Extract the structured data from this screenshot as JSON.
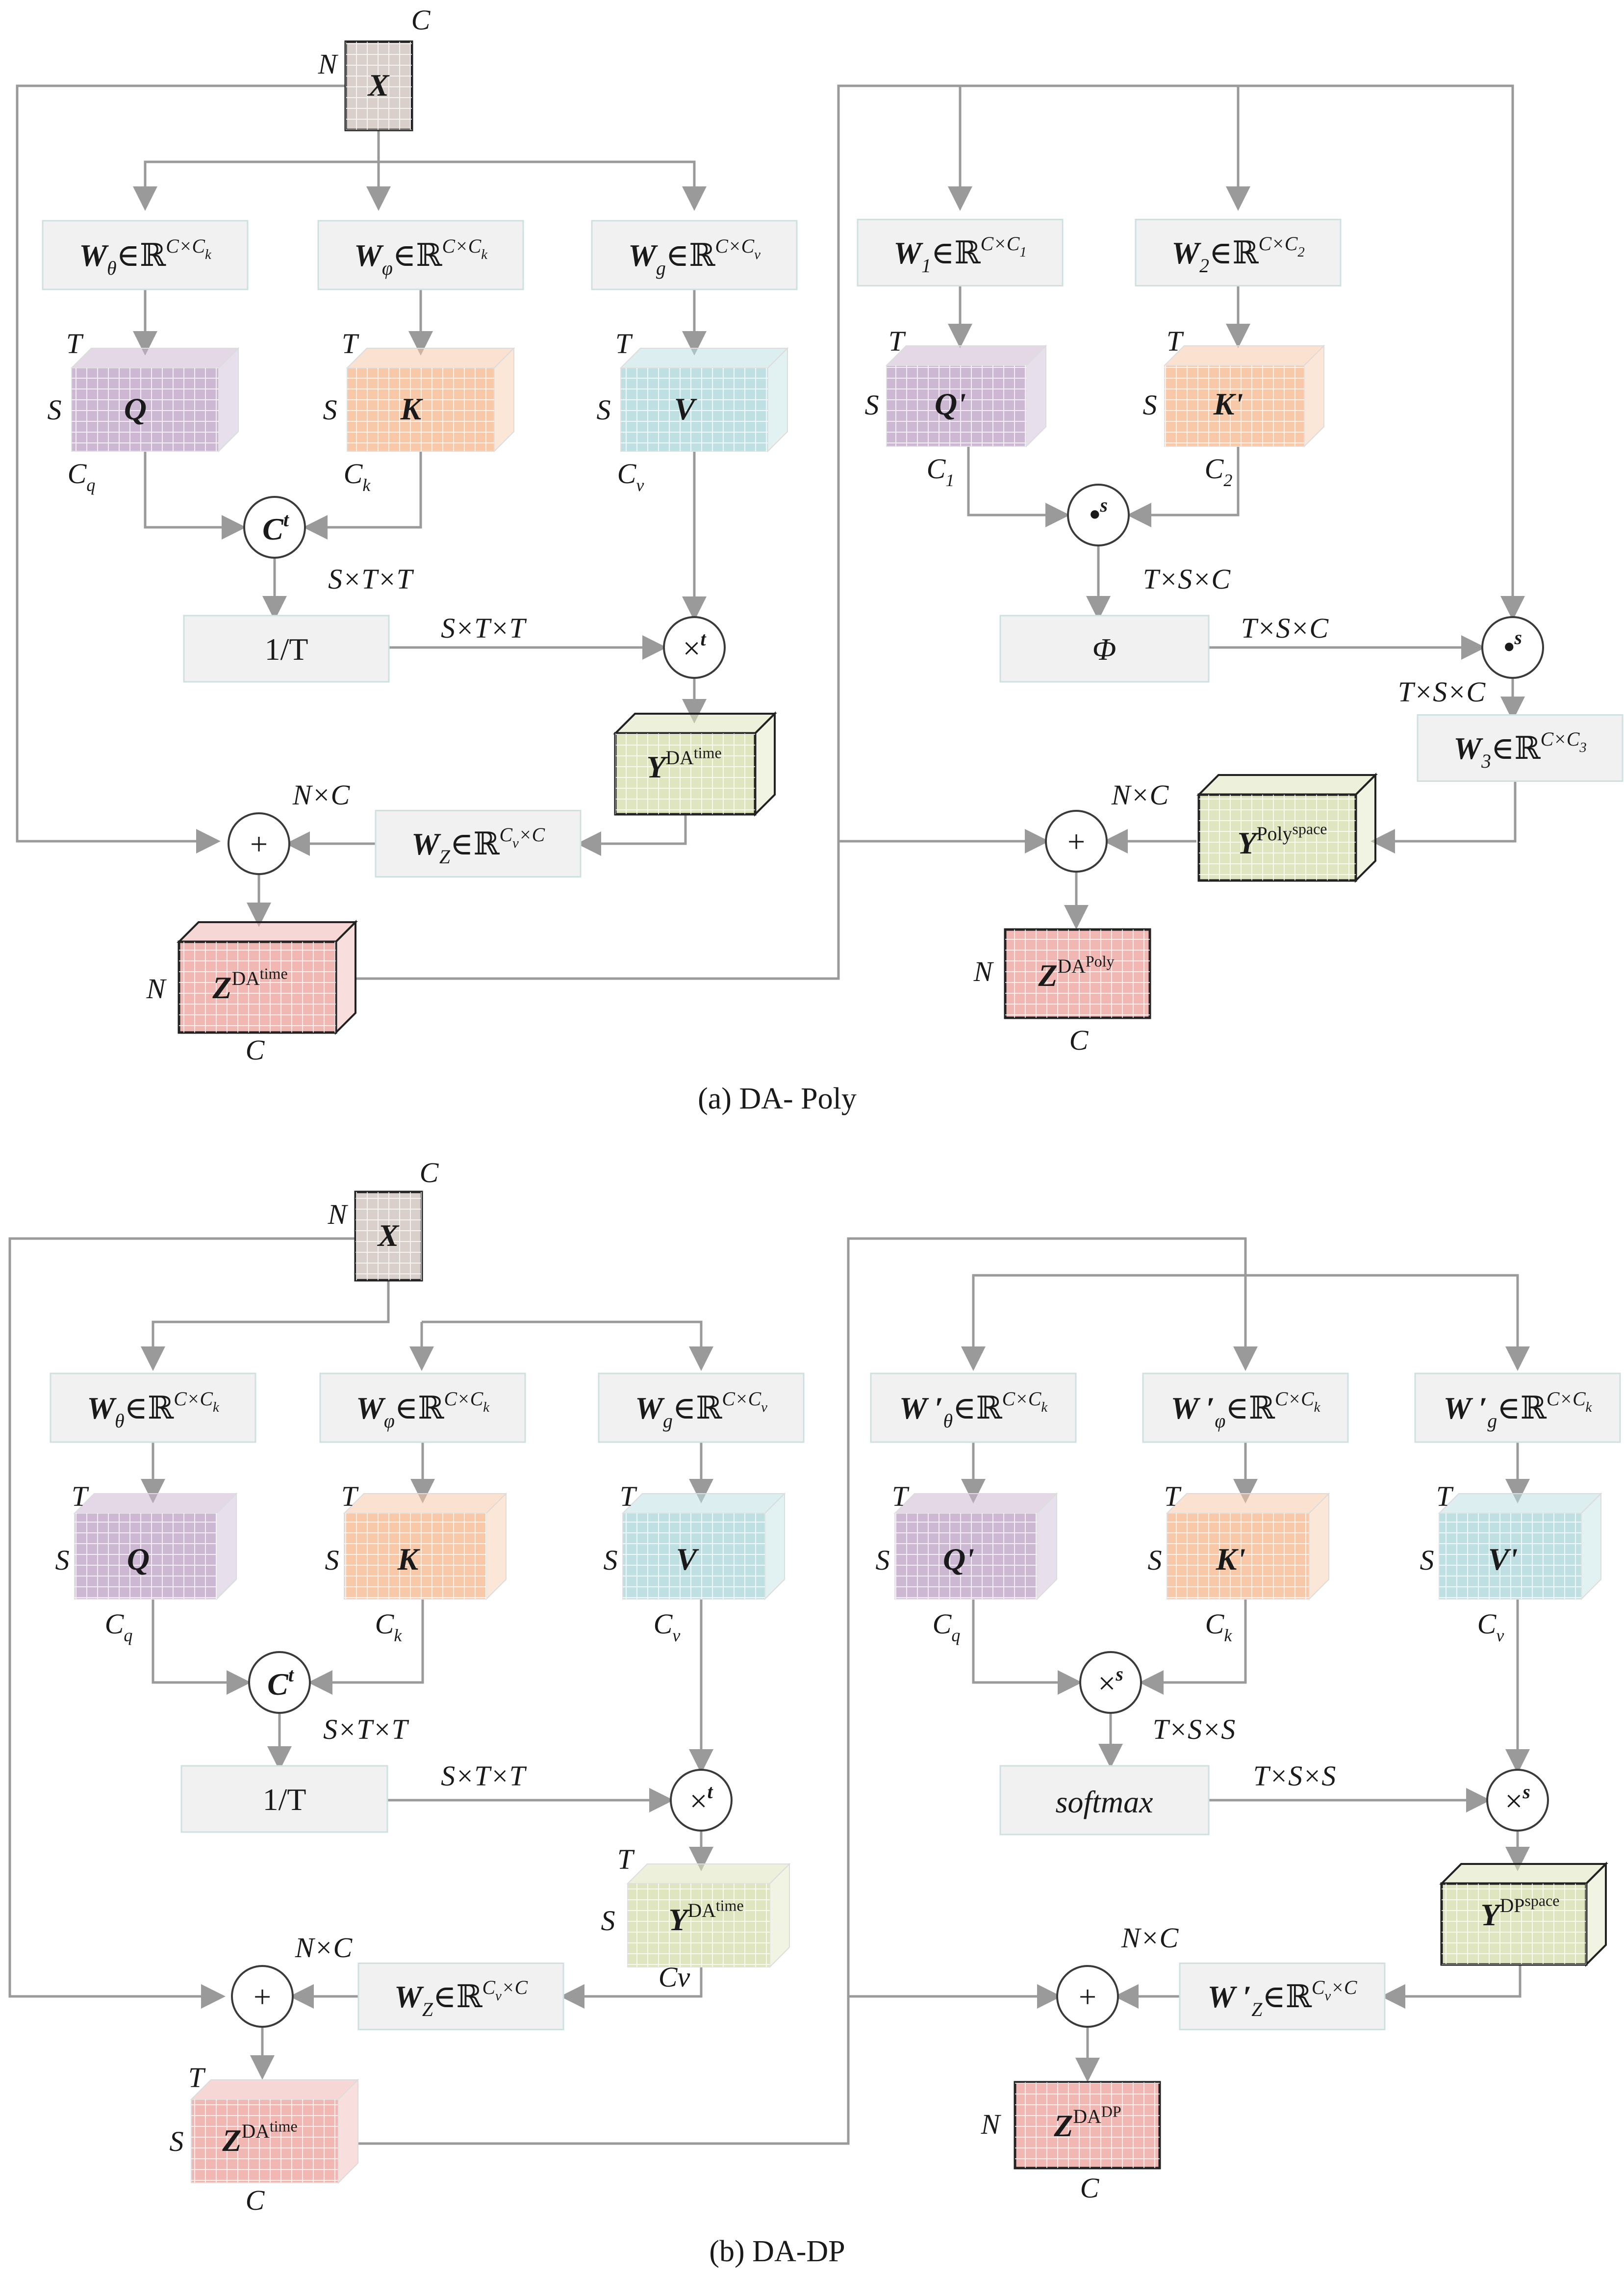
{
  "panels": [
    {
      "caption": "(a) DA- Poly",
      "input": {
        "name": "X",
        "top_dim": "C",
        "side_dim": "N"
      },
      "proj": [
        {
          "base": "W",
          "sub": "θ",
          "expr": "∈ℝ",
          "sup": "C×C",
          "supsub": "k"
        },
        {
          "base": "W",
          "sub": "φ",
          "expr": "∈ℝ",
          "sup": "C×C",
          "supsub": "k"
        },
        {
          "base": "W",
          "sub": "g",
          "expr": "∈ℝ",
          "sup": "C×C",
          "supsub": "v"
        },
        {
          "base": "W",
          "sub": "1",
          "expr": "∈ℝ",
          "sup": "C×C",
          "supsub": "1"
        },
        {
          "base": "W",
          "sub": "2",
          "expr": "∈ℝ",
          "sup": "C×C",
          "supsub": "2"
        }
      ],
      "tensors": [
        {
          "name": "Q",
          "t": "T",
          "s": "S",
          "c": "C",
          "csub": "q"
        },
        {
          "name": "K",
          "t": "T",
          "s": "S",
          "c": "C",
          "csub": "k"
        },
        {
          "name": "V",
          "t": "T",
          "s": "S",
          "c": "C",
          "csub": "v"
        },
        {
          "name": "Q'",
          "t": "T",
          "s": "S",
          "c": "C",
          "csub": "1"
        },
        {
          "name": "K'",
          "t": "T",
          "s": "S",
          "c": "C",
          "csub": "2"
        }
      ],
      "ops": {
        "corr": {
          "base": "C",
          "sup": "t"
        },
        "mul_t": {
          "base": "×",
          "sup": "t"
        },
        "dot1": {
          "base": "•",
          "sup": "s"
        },
        "dot2": {
          "base": "•",
          "sup": "s"
        },
        "plus_l": "+",
        "plus_r": "+"
      },
      "norm": {
        "label": "1/T"
      },
      "phi": {
        "label": "Φ"
      },
      "dims": {
        "stt1": "S×T×T",
        "stt2": "S×T×T",
        "tsc1": "T×S×C",
        "tsc2": "T×S×C",
        "tsc3": "T×S×C",
        "nc_l": "N×C",
        "nc_r": "N×C"
      },
      "wz": {
        "base": "W",
        "sub": "Z",
        "expr": "∈ℝ",
        "sup": "C",
        "supsub": "v",
        "sup2": "×C"
      },
      "w3": {
        "base": "W",
        "sub": "3",
        "expr": "∈ℝ",
        "sup": "C×C",
        "supsub": "3"
      },
      "y_time": {
        "base": "Y",
        "sup": "DA",
        "supsup": "time"
      },
      "y_poly": {
        "base": "Y",
        "sup": "Poly",
        "supsup": "space"
      },
      "z_time": {
        "base": "Z",
        "sup": "DA",
        "supsup": "time",
        "side": "N",
        "bottom": "C"
      },
      "z_poly": {
        "base": "Z",
        "sup": "DA",
        "supsup": "Poly",
        "side": "N",
        "bottom": "C"
      }
    },
    {
      "caption": "(b) DA-DP",
      "input": {
        "name": "X",
        "top_dim": "C",
        "side_dim": "N"
      },
      "proj": [
        {
          "base": "W",
          "sub": "θ",
          "expr": "∈ℝ",
          "sup": "C×C",
          "supsub": "k"
        },
        {
          "base": "W",
          "sub": "φ",
          "expr": "∈ℝ",
          "sup": "C×C",
          "supsub": "k"
        },
        {
          "base": "W",
          "sub": "g",
          "expr": "∈ℝ",
          "sup": "C×C",
          "supsub": "v"
        },
        {
          "base": "W ′",
          "sub": "θ",
          "expr": "∈ℝ",
          "sup": "C×C",
          "supsub": "k"
        },
        {
          "base": "W ′",
          "sub": "φ",
          "expr": "∈ℝ",
          "sup": "C×C",
          "supsub": "k"
        },
        {
          "base": "W ′",
          "sub": "g",
          "expr": "∈ℝ",
          "sup": "C×C",
          "supsub": "k"
        }
      ],
      "tensors": [
        {
          "name": "Q",
          "t": "T",
          "s": "S",
          "c": "C",
          "csub": "q"
        },
        {
          "name": "K",
          "t": "T",
          "s": "S",
          "c": "C",
          "csub": "k"
        },
        {
          "name": "V",
          "t": "T",
          "s": "S",
          "c": "C",
          "csub": "v"
        },
        {
          "name": "Q'",
          "t": "T",
          "s": "S",
          "c": "C",
          "csub": "q"
        },
        {
          "name": "K'",
          "t": "T",
          "s": "S",
          "c": "C",
          "csub": "k"
        },
        {
          "name": "V'",
          "t": "T",
          "s": "S",
          "c": "C",
          "csub": "v"
        }
      ],
      "ops": {
        "corr": {
          "base": "C",
          "sup": "t"
        },
        "mul_t": {
          "base": "×",
          "sup": "t"
        },
        "mul_s1": {
          "base": "×",
          "sup": "s"
        },
        "mul_s2": {
          "base": "×",
          "sup": "s"
        },
        "plus_l": "+",
        "plus_r": "+"
      },
      "norm": {
        "label": "1/T"
      },
      "softmax": {
        "label": "softmax"
      },
      "dims": {
        "stt1": "S×T×T",
        "stt2": "S×T×T",
        "tss1": "T×S×S",
        "tss2": "T×S×S",
        "nc_l": "N×C",
        "nc_r": "N×C"
      },
      "wz": {
        "base": "W",
        "sub": "Z",
        "expr": "∈ℝ",
        "sup": "C",
        "supsub": "v",
        "sup2": "×C"
      },
      "wz2": {
        "base": "W ′",
        "sub": "Z",
        "expr": "∈ℝ",
        "sup": "C",
        "supsub": "v",
        "sup2": "×C"
      },
      "y_time": {
        "base": "Y",
        "sup": "DA",
        "supsup": "time",
        "t": "T",
        "s": "S",
        "c": "Cv"
      },
      "y_dp": {
        "base": "Y",
        "sup": "DP",
        "supsup": "space"
      },
      "z_time": {
        "base": "Z",
        "sup": "DA",
        "supsup": "time",
        "t": "T",
        "s": "S",
        "bottom": "C"
      },
      "z_dp": {
        "base": "Z",
        "sup": "DA",
        "supsup": "DP",
        "side": "N",
        "bottom": "C"
      }
    }
  ],
  "colors": {
    "input_fill": "#d9cfcb",
    "q_fill": "#cdb8d4",
    "k_fill": "#f7c9a9",
    "v_fill": "#bfe0e3",
    "y_fill": "#dfe6bf",
    "z_fill": "#f0b7b3",
    "proj_fill": "#f1f1f1",
    "line": "#9a9a9a"
  }
}
